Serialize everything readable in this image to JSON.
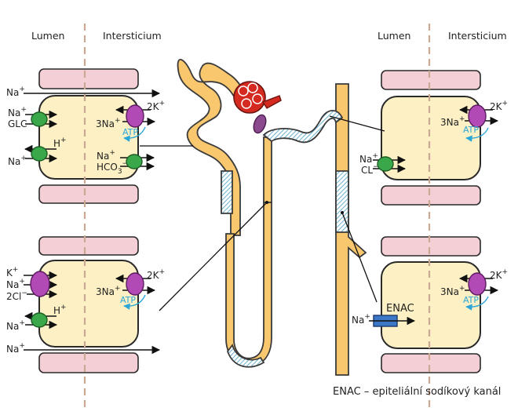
{
  "headers": {
    "left_lumen": "Lumen",
    "left_interstitium": "Intersticium",
    "right_lumen": "Lumen",
    "right_interstitium": "Intersticium"
  },
  "ions": {
    "na": "Na",
    "na_sup": "+",
    "k2": "2K",
    "k_sup": "+",
    "na3": "3Na",
    "glc": "GLC",
    "h": "H",
    "hco": "HCO",
    "hco_sub": "3",
    "hco_sup": "−",
    "k": "K",
    "cl2": "2Cl",
    "cl_sup": "−",
    "cl": "CL"
  },
  "atp": "ATP",
  "enac": "ENAC",
  "caption": "ENAC – epiteliální sodíkový kanál"
}
